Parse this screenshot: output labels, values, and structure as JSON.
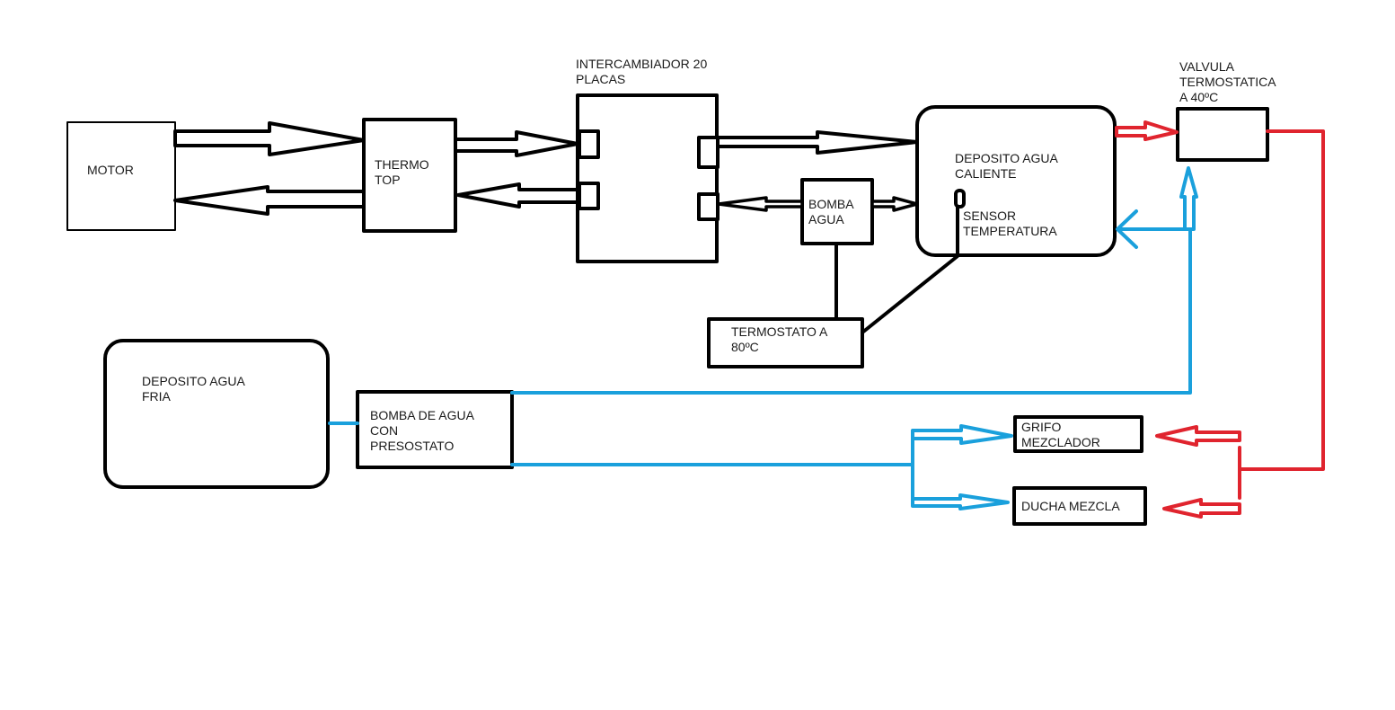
{
  "colors": {
    "outline": "#000000",
    "hot": "#e0242e",
    "cold": "#1aa0dc",
    "background": "#ffffff"
  },
  "components": {
    "motor": {
      "label": "MOTOR"
    },
    "thermo_top": {
      "label": "THERMO\nTOP"
    },
    "exchanger": {
      "label": "INTERCAMBIADOR 20\nPLACAS"
    },
    "hot_tank": {
      "label": "DEPOSITO AGUA\nCALIENTE"
    },
    "temp_sensor": {
      "label": "SENSOR\nTEMPERATURA"
    },
    "circ_pump": {
      "label": "BOMBA\nAGUA"
    },
    "thermostat": {
      "label": "TERMOSTATO A\n80ºC"
    },
    "thermo_valve": {
      "label": "VALVULA\nTERMOSTATICA\nA 40ºC"
    },
    "cold_tank": {
      "label": "DEPOSITO AGUA\nFRIA"
    },
    "pressure_pump": {
      "label": "BOMBA DE AGUA\nCON\nPRESOSTATO"
    },
    "mixer_tap": {
      "label": "GRIFO\nMEZCLADOR"
    },
    "mixer_shower": {
      "label": "DUCHA MEZCLA"
    }
  },
  "connections": [
    {
      "from": "motor",
      "to": "thermo_top",
      "type": "coolant",
      "direction": "forward"
    },
    {
      "from": "thermo_top",
      "to": "motor",
      "type": "coolant",
      "direction": "return"
    },
    {
      "from": "thermo_top",
      "to": "exchanger",
      "type": "coolant",
      "direction": "forward"
    },
    {
      "from": "exchanger",
      "to": "thermo_top",
      "type": "coolant",
      "direction": "return"
    },
    {
      "from": "exchanger",
      "to": "hot_tank",
      "type": "water",
      "direction": "forward"
    },
    {
      "from": "circ_pump",
      "to": "exchanger",
      "type": "water",
      "direction": "return"
    },
    {
      "from": "circ_pump",
      "to": "hot_tank",
      "type": "water",
      "direction": "forward"
    },
    {
      "from": "thermostat",
      "to": "circ_pump",
      "type": "control"
    },
    {
      "from": "thermostat",
      "to": "temp_sensor",
      "type": "control"
    },
    {
      "from": "hot_tank",
      "to": "thermo_valve",
      "type": "hot"
    },
    {
      "from": "pressure_pump",
      "to": "thermo_valve",
      "type": "cold"
    },
    {
      "from": "pressure_pump",
      "to": "hot_tank",
      "type": "cold"
    },
    {
      "from": "cold_tank",
      "to": "pressure_pump",
      "type": "cold"
    },
    {
      "from": "pressure_pump",
      "to": "mixer_tap",
      "type": "cold"
    },
    {
      "from": "pressure_pump",
      "to": "mixer_shower",
      "type": "cold"
    },
    {
      "from": "thermo_valve",
      "to": "mixer_tap",
      "type": "hot"
    },
    {
      "from": "thermo_valve",
      "to": "mixer_shower",
      "type": "hot"
    }
  ]
}
